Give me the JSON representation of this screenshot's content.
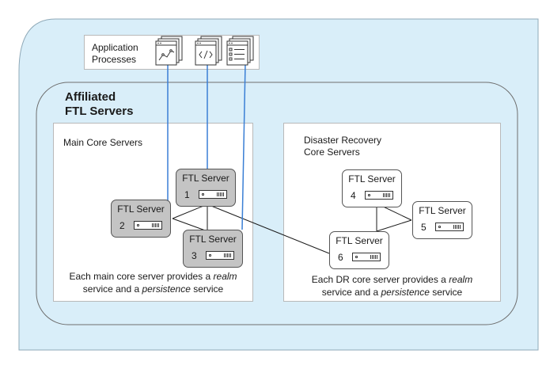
{
  "app_box": {
    "label_line1": "Application",
    "label_line2": "Processes"
  },
  "affiliated": {
    "line1": "Affiliated",
    "line2": "FTL Servers"
  },
  "main_core": {
    "label": "Main Core Servers",
    "caption_line1_pre": "Each main core server provides a ",
    "caption_line1_em": "realm",
    "caption_line2_pre": "service and a ",
    "caption_line2_em": "persistence",
    "caption_line2_post": " service"
  },
  "dr_core": {
    "label_line1": "Disaster Recovery",
    "label_line2": "Core Servers",
    "caption_line1_pre": "Each DR core server provides a ",
    "caption_line1_em": "realm",
    "caption_line2_pre": "service and a ",
    "caption_line2_em": "persistence",
    "caption_line2_post": " service"
  },
  "servers": [
    {
      "name": "FTL Server",
      "number": "1",
      "group": "main"
    },
    {
      "name": "FTL Server",
      "number": "2",
      "group": "main"
    },
    {
      "name": "FTL Server",
      "number": "3",
      "group": "main"
    },
    {
      "name": "FTL Server",
      "number": "4",
      "group": "dr"
    },
    {
      "name": "FTL Server",
      "number": "5",
      "group": "dr"
    },
    {
      "name": "FTL Server",
      "number": "6",
      "group": "dr"
    }
  ],
  "colors": {
    "outer_panel": "#d9eef9",
    "outer_panel_border": "#8fa9b8",
    "app_line": "#3a7fd5",
    "main_server": "#c4c4c4",
    "dr_server": "#ffffff"
  },
  "icons": [
    "dashboard-window-icon",
    "code-window-icon",
    "list-window-icon",
    "server-unit-icon"
  ]
}
